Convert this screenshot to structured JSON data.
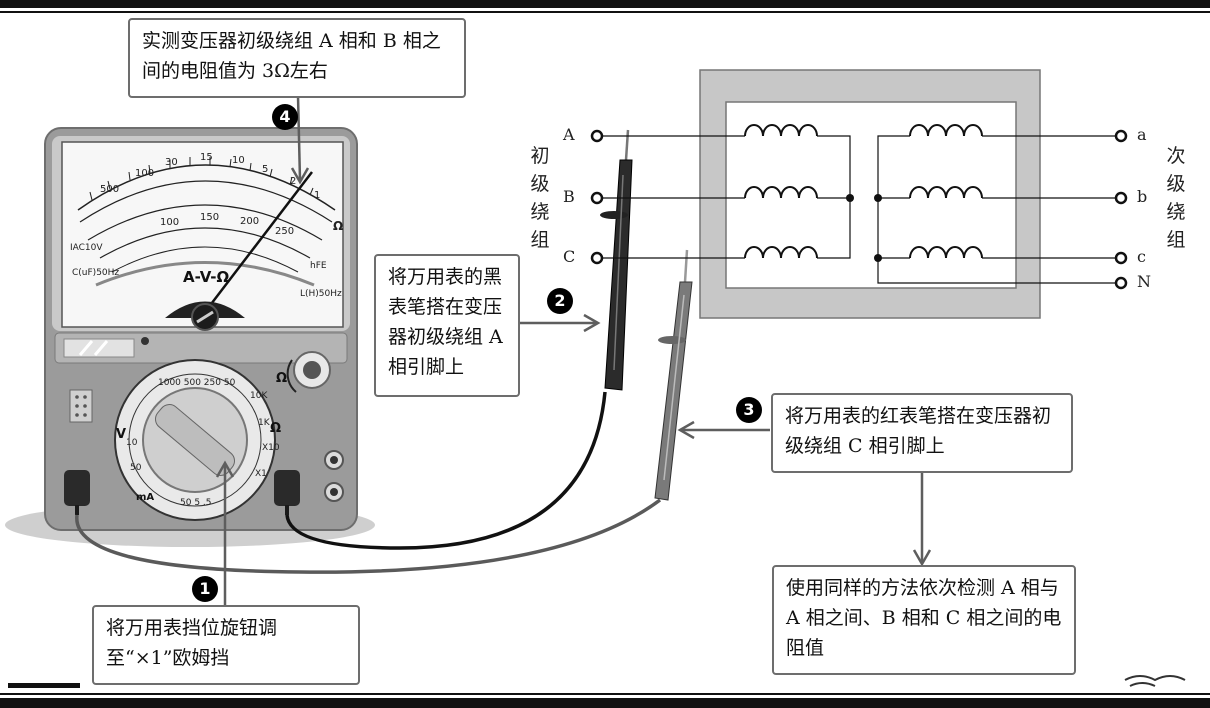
{
  "callouts": {
    "measure": "实测变压器初级绕组 A 相和 B 相之间的电阻值为 3Ω左右",
    "black_probe": "将万用表的黑表笔搭在变压器初级绕组 A 相引脚上",
    "red_probe": "将万用表的红表笔搭在变压器初级绕组 C 相引脚上",
    "repeat": "使用同样的方法依次检测 A 相与 A 相之间、B 相和 C 相之间的电阻值",
    "knob": "将万用表挡位旋钮调至“×1”欧姆挡"
  },
  "badges": {
    "b1": "1",
    "b2": "2",
    "b3": "3",
    "b4": "4"
  },
  "transformer": {
    "primary_terminals": [
      "A",
      "B",
      "C"
    ],
    "secondary_terminals": [
      "a",
      "b",
      "c",
      "N"
    ],
    "primary_label": "初级绕组",
    "secondary_label": "次级绕组"
  },
  "meter": {
    "scale_center": "A-V-Ω",
    "scale_left": "IAC10V",
    "scale_cap": "C(uF)50Hz",
    "scale_ind": "L(H)50Hz",
    "hfe": "hFE",
    "ohm": "Ω",
    "volt": "V",
    "ma": "mA",
    "knob_ohm": "Ω"
  }
}
